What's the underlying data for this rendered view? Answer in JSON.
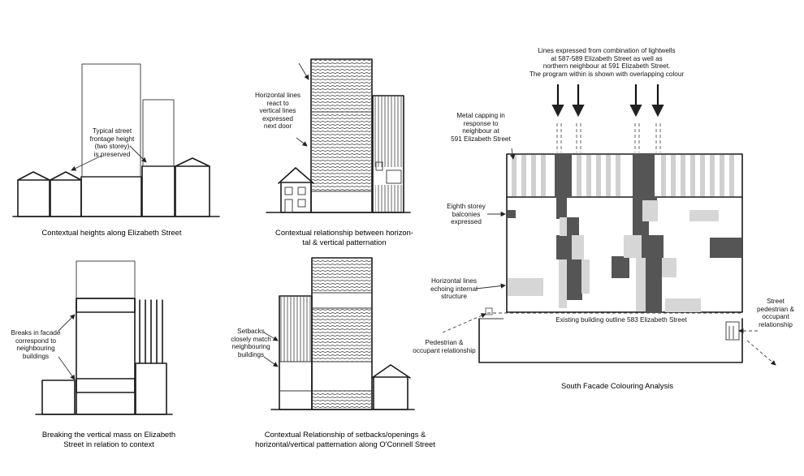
{
  "panel1": {
    "annotation": "Typical street\nfrontage height\n(two storey)\nis preserved",
    "caption": "Contextual heights along Elizabeth Street"
  },
  "panel2": {
    "annotation": "Horizontal lines\nreact to\nvertical lines\nexpressed\nnext door",
    "caption": "Contextual relationship between horizon-\ntal & vertical patternation"
  },
  "panel3": {
    "annotation": "Breaks in facade\ncorrespond to\nneighbouring\nbuildings",
    "caption": "Breaking the vertical mass on Elizabeth\nStreet in relation to context"
  },
  "panel4": {
    "annotation": "Setbacks\nclosely match\nneighbouring\nbuildings",
    "caption": "Contextual Relationship of setbacks/openings &\nhorizontal/vertical patternation along O'Connell Street"
  },
  "panel5": {
    "lightwell_note": "Lines expressed from combination of lightwells\nat 587-589 Elizabeth Street as well as\nnorthern neighbour at 591 Elizabeth Street.\nThe program within is shown with overlapping colour",
    "metal_capping": "Metal capping in\nresponse to\nneighbour at\n591 Elizabeth Street",
    "eighth_storey": "Eighth storey\nbalconies\nexpressed",
    "horizontal_lines": "Horizontal lines\nechoing internal\nstructure",
    "existing_outline": "Existing building outline 583 Elizabeth Street",
    "pedestrian": "Pedestrian &\noccupant relationship",
    "street": "Street\npedestrian &\noccupant\nrelationship",
    "caption": "South Facade Colouring Analysis"
  },
  "colors": {
    "dark": "#555555",
    "light": "#d6d6d6",
    "stroke": "#1a1a1a"
  }
}
